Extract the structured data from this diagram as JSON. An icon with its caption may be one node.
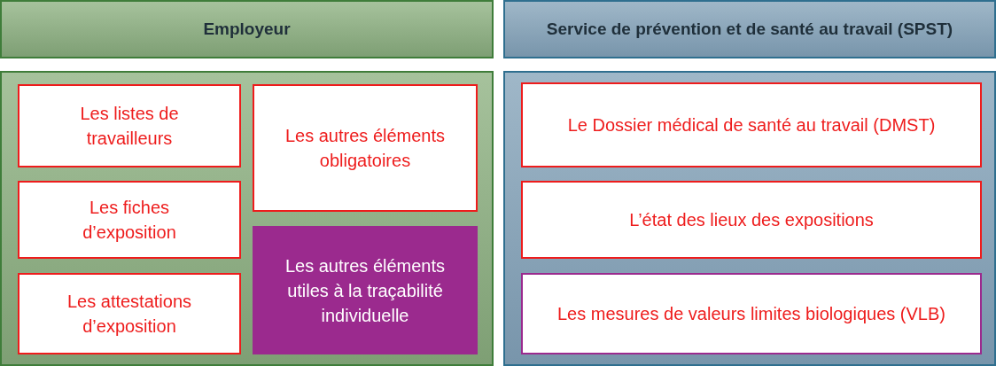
{
  "diagram": {
    "nodes": [
      {
        "text": [
          "Employeur"
        ]
      },
      {
        "text": [
          "Service de prévention et de santé au travail (SPST)"
        ]
      },
      {
        "text": [],
        "shape": "box"
      },
      {
        "text": [
          "Les listes de travailleurs"
        ],
        "in": 2
      },
      {
        "text": [
          "Les autres éléments obligatoires"
        ],
        "in": 2
      },
      {
        "text": [
          "Les fiches d’exposition"
        ],
        "in": 2
      },
      {
        "text": [
          "Les autres éléments utiles à la traçabilité individuelle"
        ],
        "in": 2
      },
      {
        "text": [
          "Les attestations d’exposition"
        ],
        "in": 2
      },
      {
        "text": [],
        "shape": "box"
      },
      {
        "text": [
          "Le Dossier médical de santé au travail (DMST)"
        ],
        "in": 8
      },
      {
        "text": [
          "L’état des lieux des expositions"
        ],
        "in": 8
      },
      {
        "text": [
          "Les mesures de valeurs limites biologiques (VLB)"
        ],
        "in": 8
      }
    ],
    "edges": []
  }
}
